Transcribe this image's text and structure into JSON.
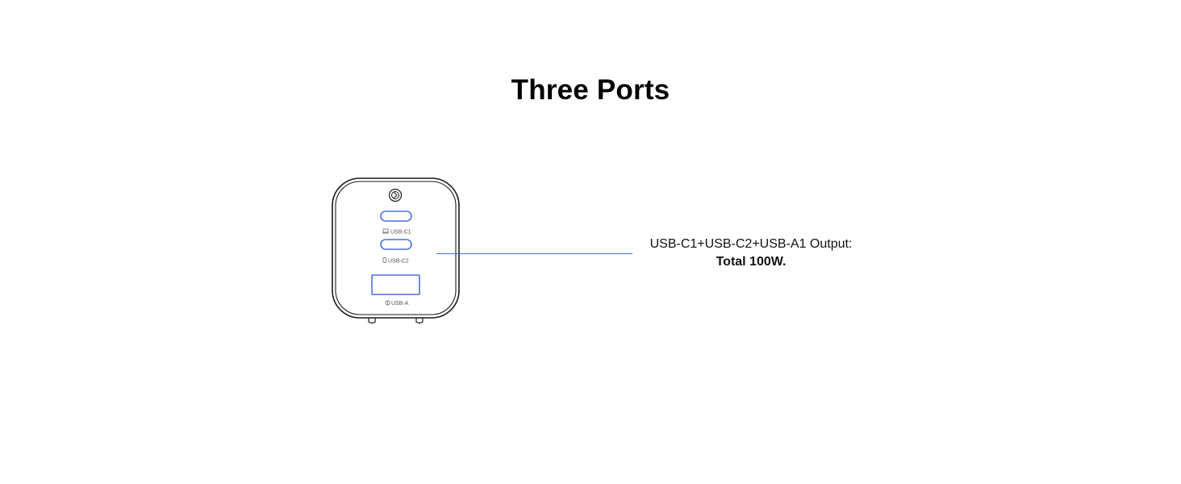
{
  "title": "Three Ports",
  "ports": [
    {
      "id": "usb-c1",
      "label": "USB-C1",
      "icon": "laptop-icon"
    },
    {
      "id": "usb-c2",
      "label": "USB-C2",
      "icon": "phone-icon"
    },
    {
      "id": "usb-a",
      "label": "USB-A",
      "icon": "earbuds-icon"
    }
  ],
  "callout": {
    "line1": "USB-C1+USB-C2+USB-A1 Output:",
    "line2": "Total 100W."
  },
  "colors": {
    "port_outline": "#4a72d6",
    "leader_line": "#4a72d6",
    "body_outline": "#1a1a1a"
  }
}
